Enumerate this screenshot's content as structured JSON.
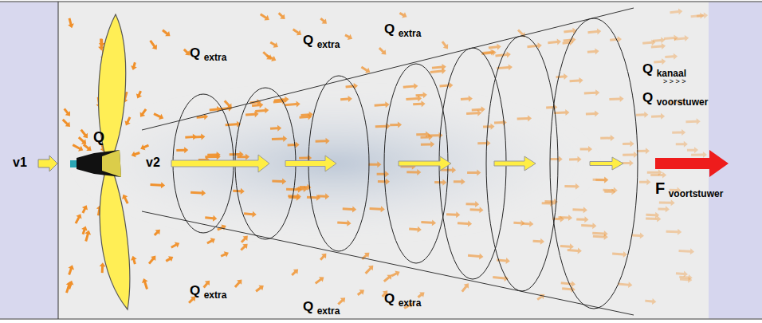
{
  "diagram": {
    "labels": [
      "v1",
      "Q",
      "v2",
      "Q extra",
      "Q extra",
      "Q extra",
      "Q extra",
      "Q extra",
      "Q extra",
      "Q kanaal",
      "> > > >",
      "Q voorstuwer",
      "F voortstuwer"
    ]
  }
}
